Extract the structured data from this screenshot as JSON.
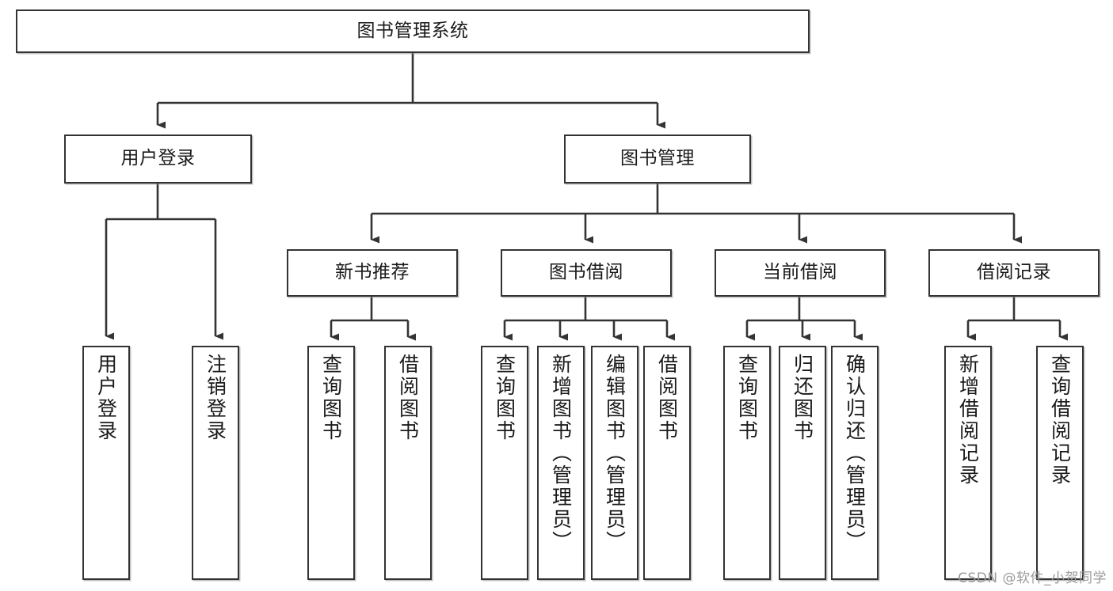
{
  "diagram": {
    "title": "图书管理系统",
    "watermark": "CSDN @软件_小贺同学",
    "edge_color": "#333333",
    "node_border_color": "#333333",
    "node_fill_color": "#ffffff",
    "text_color": "#1a1a1a"
  },
  "nodes": {
    "root": {
      "label": "图书管理系统"
    },
    "level2": [
      {
        "id": "user-login",
        "label": "用户登录"
      },
      {
        "id": "book-manage",
        "label": "图书管理"
      }
    ],
    "level3": [
      {
        "id": "new-book-recommend",
        "label": "新书推荐"
      },
      {
        "id": "book-borrow",
        "label": "图书借阅"
      },
      {
        "id": "current-borrow",
        "label": "当前借阅"
      },
      {
        "id": "borrow-record",
        "label": "借阅记录"
      }
    ],
    "leaves": [
      {
        "id": "leaf-user-login",
        "label": "用户登录",
        "parent": "user-login"
      },
      {
        "id": "leaf-logout",
        "label": "注销登录",
        "parent": "user-login"
      },
      {
        "id": "leaf-query-book-1",
        "label": "查询图书",
        "parent": "new-book-recommend"
      },
      {
        "id": "leaf-borrow-book-1",
        "label": "借阅图书",
        "parent": "new-book-recommend"
      },
      {
        "id": "leaf-query-book-2",
        "label": "查询图书",
        "parent": "book-borrow"
      },
      {
        "id": "leaf-add-book",
        "label": "新增图书（管理员）",
        "parent": "book-borrow"
      },
      {
        "id": "leaf-edit-book",
        "label": "编辑图书（管理员）",
        "parent": "book-borrow"
      },
      {
        "id": "leaf-borrow-book-2",
        "label": "借阅图书",
        "parent": "book-borrow"
      },
      {
        "id": "leaf-query-book-3",
        "label": "查询图书",
        "parent": "current-borrow"
      },
      {
        "id": "leaf-return-book",
        "label": "归还图书",
        "parent": "current-borrow"
      },
      {
        "id": "leaf-confirm-return",
        "label": "确认归还（管理员）",
        "parent": "current-borrow"
      },
      {
        "id": "leaf-add-record",
        "label": "新增借阅记录",
        "parent": "borrow-record"
      },
      {
        "id": "leaf-query-record",
        "label": "查询借阅记录",
        "parent": "borrow-record"
      }
    ]
  }
}
